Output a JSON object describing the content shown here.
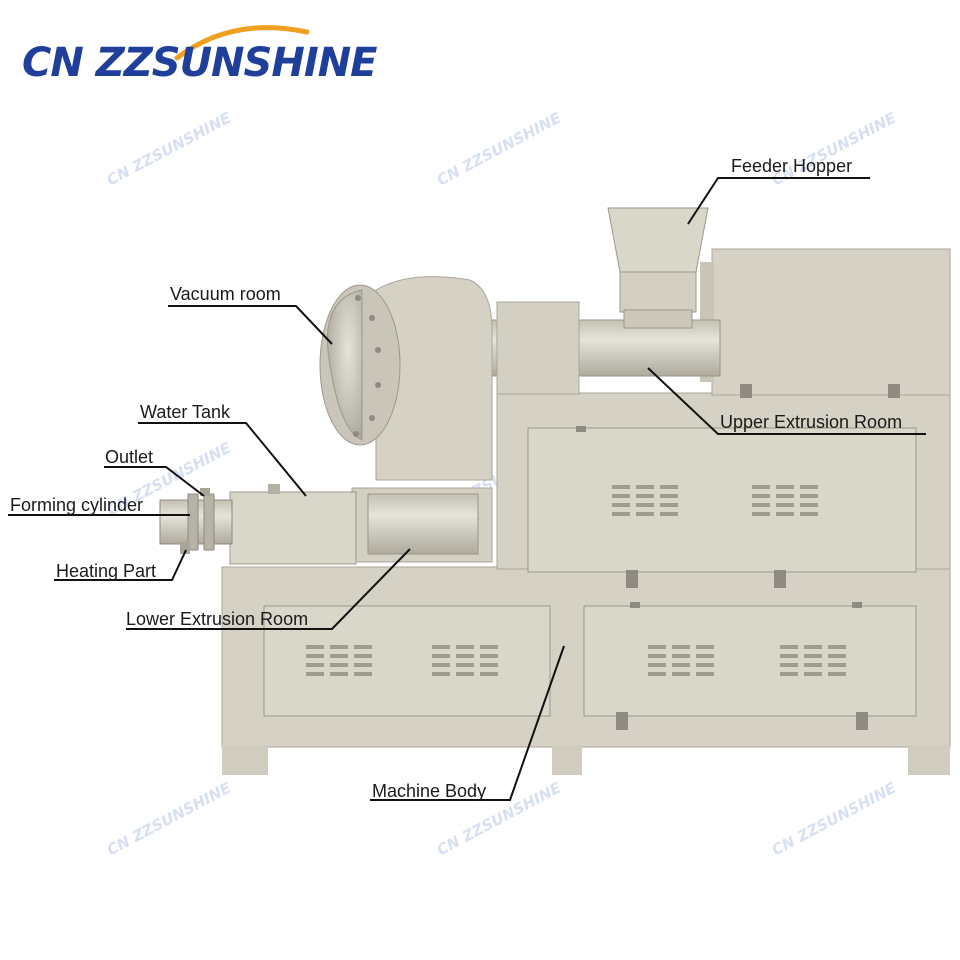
{
  "brand": {
    "logo_text": "CN ZZSUNSHINE",
    "watermark_text": "CN ZZSUNSHINE",
    "logo_color": "#1f3f9a",
    "accent_color": "#f0a020"
  },
  "colors": {
    "machine": "#d5d1c4",
    "machine_shadow": "#b9b5a8",
    "machine_light": "#e3e0d6",
    "line": "#111111"
  },
  "labels": {
    "feeder_hopper": "Feeder Hopper",
    "vacuum_room": "Vacuum room",
    "water_tank": "Water Tank",
    "outlet": "Outlet",
    "forming_cylinder": "Forming cylinder",
    "heating_part": "Heating Part",
    "upper_extrusion_room": "Upper Extrusion Room",
    "lower_extrusion_room": "Lower Extrusion Room",
    "machine_body": "Machine Body"
  }
}
